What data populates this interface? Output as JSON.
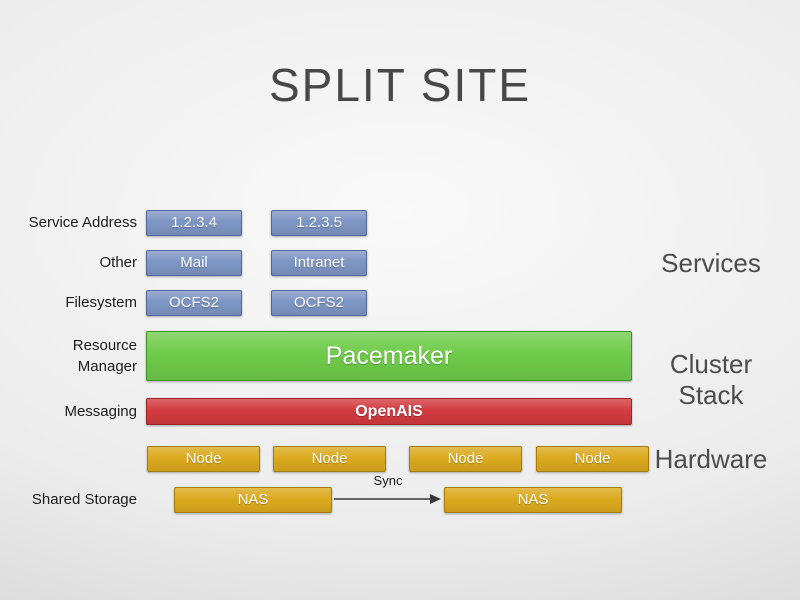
{
  "slide": {
    "title": "SPLIT SITE"
  },
  "left_labels": {
    "service_address": "Service Address",
    "other": "Other",
    "filesystem": "Filesystem",
    "resource_manager_line1": "Resource",
    "resource_manager_line2": "Manager",
    "messaging": "Messaging",
    "shared_storage": "Shared Storage"
  },
  "boxes": {
    "service_addresses": [
      "1.2.3.4",
      "1.2.3.5"
    ],
    "other_services": [
      "Mail",
      "Intranet"
    ],
    "filesystems": [
      "OCFS2",
      "OCFS2"
    ],
    "resource_manager": "Pacemaker",
    "messaging": "OpenAIS",
    "nodes": [
      "Node",
      "Node",
      "Node",
      "Node"
    ],
    "storage": [
      "NAS",
      "NAS"
    ],
    "sync_label": "Sync"
  },
  "section_labels": {
    "services": "Services",
    "cluster_stack_line1": "Cluster",
    "cluster_stack_line2": "Stack",
    "hardware": "Hardware"
  },
  "colors": {
    "blue": "#7e96c4",
    "blue_border": "#51689a",
    "green": "#6fcb4a",
    "green_border": "#3f9423",
    "red": "#d23b40",
    "red_border": "#9e2227",
    "gold": "#dcaa1e",
    "gold_border": "#a67d08",
    "arrow": "#3a3a3a"
  }
}
